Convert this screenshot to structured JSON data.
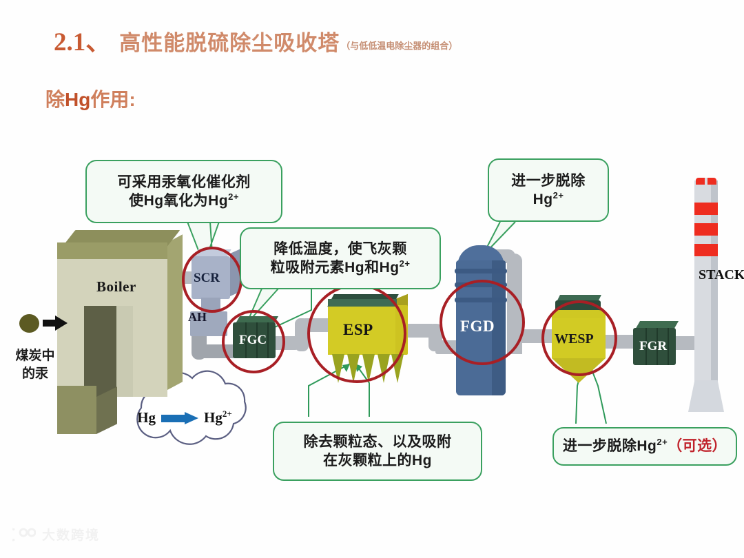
{
  "header": {
    "number": "2.1、",
    "title": "高性能脱硫除尘吸收塔",
    "subtitle": "（与低低温电除尘器的组合）"
  },
  "section": {
    "prefix": "除",
    "highlight": "Hg",
    "suffix": "作用:"
  },
  "callouts": [
    {
      "id": "scr-callout",
      "line1": "可采用汞氧化催化剂",
      "line2_pre": "使Hg氧化为Hg",
      "line2_sup": "2+"
    },
    {
      "id": "fgc-callout",
      "line1": "降低温度，使飞灰颗",
      "line2_pre": "粒吸附元素Hg和Hg",
      "line2_sup": "2+"
    },
    {
      "id": "fgd-callout",
      "line1": "进一步脱除",
      "line2_pre": "Hg",
      "line2_sup": "2+"
    },
    {
      "id": "esp-callout",
      "line1": "除去颗粒态、以及吸附",
      "line2_pre": "在灰颗粒上的Hg",
      "line2_sup": ""
    },
    {
      "id": "wesp-callout",
      "line1_pre": "进一步脱除Hg",
      "line1_sup": "2+",
      "line1_opt": "（可选）"
    }
  ],
  "equipment": {
    "boiler": "Boiler",
    "scr": "SCR",
    "ah": "AH",
    "fgc": "FGC",
    "esp": "ESP",
    "fgd": "FGD",
    "wesp": "WESP",
    "fgr": "FGR",
    "stack": "STACK"
  },
  "coal": {
    "line1": "煤炭中",
    "line2": "的汞"
  },
  "cloud": {
    "from": "Hg",
    "to_pre": "Hg",
    "to_sup": "2+"
  },
  "watermark": {
    "text": "大数跨境"
  },
  "colors": {
    "title_orange": "#c85a32",
    "title_light": "#d08a6a",
    "callout_border": "#3aa05f",
    "callout_fill": "#f4faf5",
    "highlight_circle": "#a81f25",
    "arrow_blue": "#1a6fb5",
    "optional_red": "#c0222b",
    "boiler": "#d3d3bb",
    "scr": "#a8b2c8",
    "fgc": "#2f4f3c",
    "esp": "#d3cb25",
    "fgd": "#4b6b96",
    "wesp": "#d2cb24",
    "stack_band": "#ee2d20"
  }
}
